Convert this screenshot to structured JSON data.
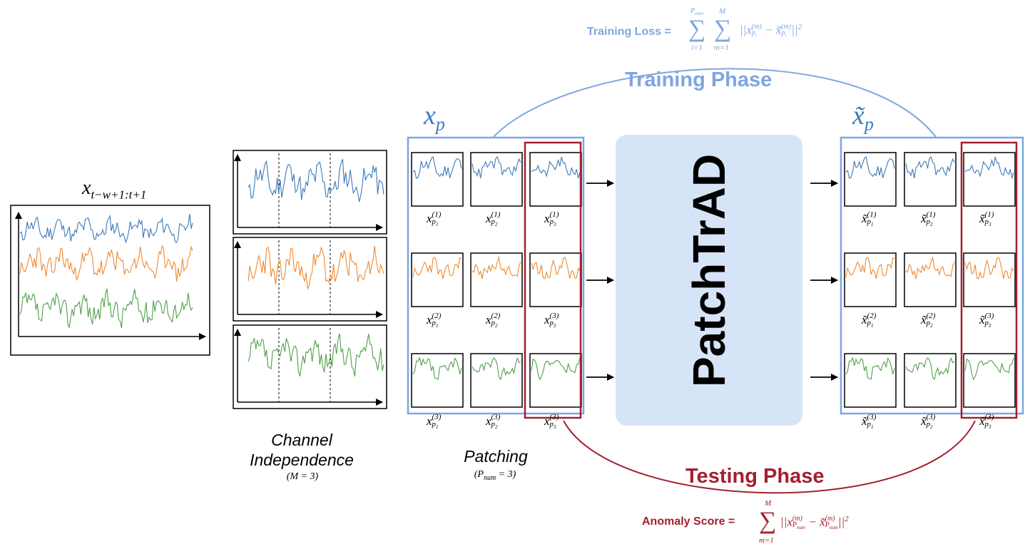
{
  "input": {
    "label_main": "x",
    "label_sub": "t−w+1:t+1"
  },
  "channel_independence": {
    "caption_line1": "Channel",
    "caption_line2": "Independence",
    "caption_sub": "(M = 3)"
  },
  "patching": {
    "caption": "Patching",
    "caption_sub_main": "(P",
    "caption_sub_idx": "num",
    "caption_sub_tail": " = 3)"
  },
  "patches_in": {
    "title_main": "x",
    "title_sub": "p",
    "labels": [
      [
        "x",
        "p",
        "1",
        "(1)"
      ],
      [
        "x",
        "p",
        "2",
        "(1)"
      ],
      [
        "x",
        "p",
        "3",
        "(1)"
      ],
      [
        "x",
        "p",
        "1",
        "(2)"
      ],
      [
        "x",
        "p",
        "2",
        "(2)"
      ],
      [
        "x",
        "p",
        "3",
        "(3)"
      ],
      [
        "x",
        "p",
        "1",
        "(3)"
      ],
      [
        "x",
        "p",
        "2",
        "(3)"
      ],
      [
        "x",
        "p",
        "3",
        "(3)"
      ]
    ]
  },
  "model": {
    "name": "PatchTrAD"
  },
  "patches_out": {
    "title_main": "x̃",
    "title_sub": "p",
    "labels": [
      [
        "x̃",
        "p",
        "1",
        "(1)"
      ],
      [
        "x̃",
        "p",
        "2",
        "(1)"
      ],
      [
        "x̃",
        "p",
        "3",
        "(1)"
      ],
      [
        "x̃",
        "p",
        "1",
        "(2)"
      ],
      [
        "x̃",
        "p",
        "2",
        "(2)"
      ],
      [
        "x̃",
        "p",
        "3",
        "(3)"
      ],
      [
        "x̃",
        "p",
        "1",
        "(3)"
      ],
      [
        "x̃",
        "p",
        "2",
        "(3)"
      ],
      [
        "x̃",
        "p",
        "3",
        "(3)"
      ]
    ]
  },
  "training": {
    "phase": "Training Phase",
    "loss_label": "Training Loss =",
    "loss_formula": "||x",
    "loss_upper1": "P",
    "loss_upper1_sub": "num",
    "loss_lower1": "i=1",
    "loss_upper2": "M",
    "loss_lower2": "m=1",
    "loss_term_a": "||x",
    "loss_term_a_sup": "(m)",
    "loss_term_a_sub": "p",
    "loss_term_a_subsub": "i",
    "loss_minus": " − ",
    "loss_term_b": "x̃",
    "loss_term_b_sup": "(m)",
    "loss_term_b_sub": "p",
    "loss_term_b_subsub": "i",
    "loss_tail": "||",
    "loss_power": "2"
  },
  "testing": {
    "phase": "Testing Phase",
    "score_label": "Anomaly Score =",
    "score_upper": "M",
    "score_lower": "m=1",
    "score_term_a": "||x",
    "score_term_a_sup": "(m)",
    "score_term_a_sub": "P",
    "score_term_a_subsub": "num",
    "score_minus": " − ",
    "score_term_b": "x̃",
    "score_term_b_sup": "(m)",
    "score_term_b_sub": "P",
    "score_term_b_subsub": "num",
    "score_tail": "||",
    "score_power": "2"
  },
  "colors": {
    "channel_1": "#3d7ab8",
    "channel_2": "#ee8a33",
    "channel_3": "#4fa04a",
    "train": "#7ea6e0",
    "test": "#a3202f",
    "model_box": "#d6e4f7"
  }
}
